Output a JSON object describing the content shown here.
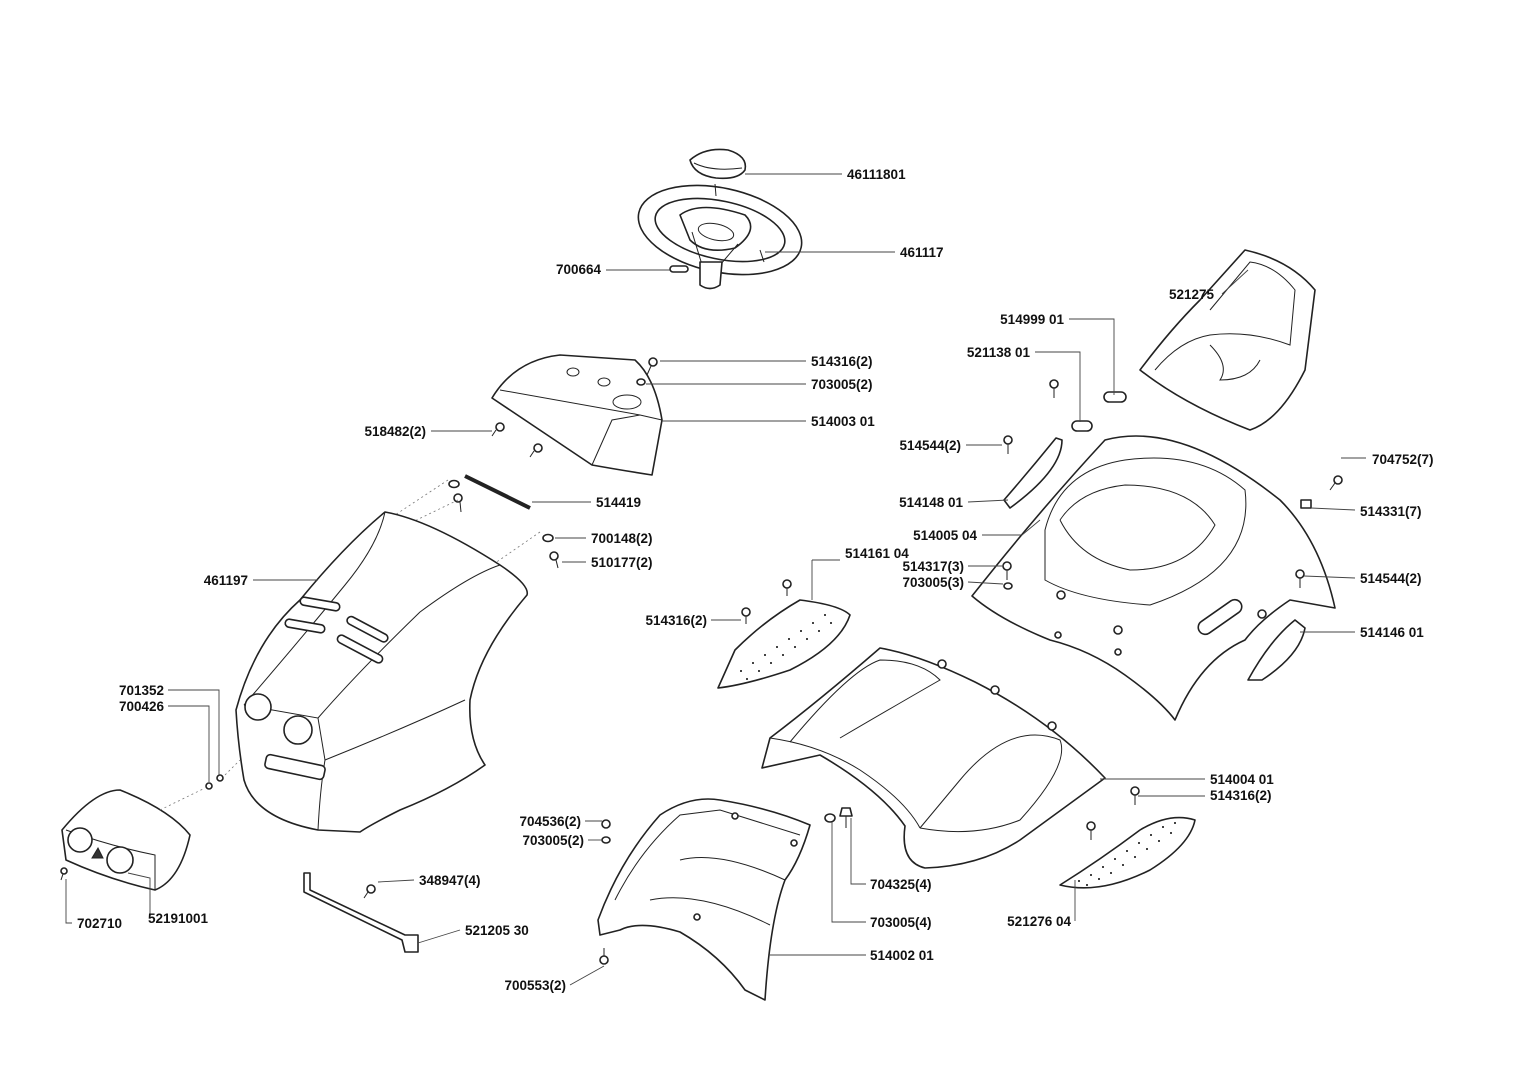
{
  "callouts": [
    {
      "id": "c01",
      "label": "46111801"
    },
    {
      "id": "c02",
      "label": "461117"
    },
    {
      "id": "c03",
      "label": "700664"
    },
    {
      "id": "c04",
      "label": "521275"
    },
    {
      "id": "c05",
      "label": "514999 01"
    },
    {
      "id": "c06",
      "label": "521138 01"
    },
    {
      "id": "c07",
      "label": "514316(2)"
    },
    {
      "id": "c08",
      "label": "703005(2)"
    },
    {
      "id": "c09",
      "label": "514003 01"
    },
    {
      "id": "c10",
      "label": "518482(2)"
    },
    {
      "id": "c11",
      "label": "514544(2)"
    },
    {
      "id": "c12",
      "label": "704752(7)"
    },
    {
      "id": "c13",
      "label": "514419"
    },
    {
      "id": "c14",
      "label": "514148 01"
    },
    {
      "id": "c15",
      "label": "514331(7)"
    },
    {
      "id": "c16",
      "label": "700148(2)"
    },
    {
      "id": "c17",
      "label": "514005 04"
    },
    {
      "id": "c18",
      "label": "510177(2)"
    },
    {
      "id": "c19",
      "label": "514161 04"
    },
    {
      "id": "c20",
      "label": "514317(3)"
    },
    {
      "id": "c21",
      "label": "461197"
    },
    {
      "id": "c22",
      "label": "703005(3)"
    },
    {
      "id": "c23",
      "label": "514544(2)"
    },
    {
      "id": "c24",
      "label": "514316(2)"
    },
    {
      "id": "c25",
      "label": "514146 01"
    },
    {
      "id": "c26",
      "label": "701352"
    },
    {
      "id": "c27",
      "label": "700426"
    },
    {
      "id": "c28",
      "label": "514004 01"
    },
    {
      "id": "c29",
      "label": "514316(2)"
    },
    {
      "id": "c30",
      "label": "704536(2)"
    },
    {
      "id": "c31",
      "label": "703005(2)"
    },
    {
      "id": "c32",
      "label": "348947(4)"
    },
    {
      "id": "c33",
      "label": "704325(4)"
    },
    {
      "id": "c34",
      "label": "702710"
    },
    {
      "id": "c35",
      "label": "52191001"
    },
    {
      "id": "c36",
      "label": "703005(4)"
    },
    {
      "id": "c37",
      "label": "521276 04"
    },
    {
      "id": "c38",
      "label": "521205 30"
    },
    {
      "id": "c39",
      "label": "514002 01"
    },
    {
      "id": "c40",
      "label": "700553(2)"
    }
  ]
}
